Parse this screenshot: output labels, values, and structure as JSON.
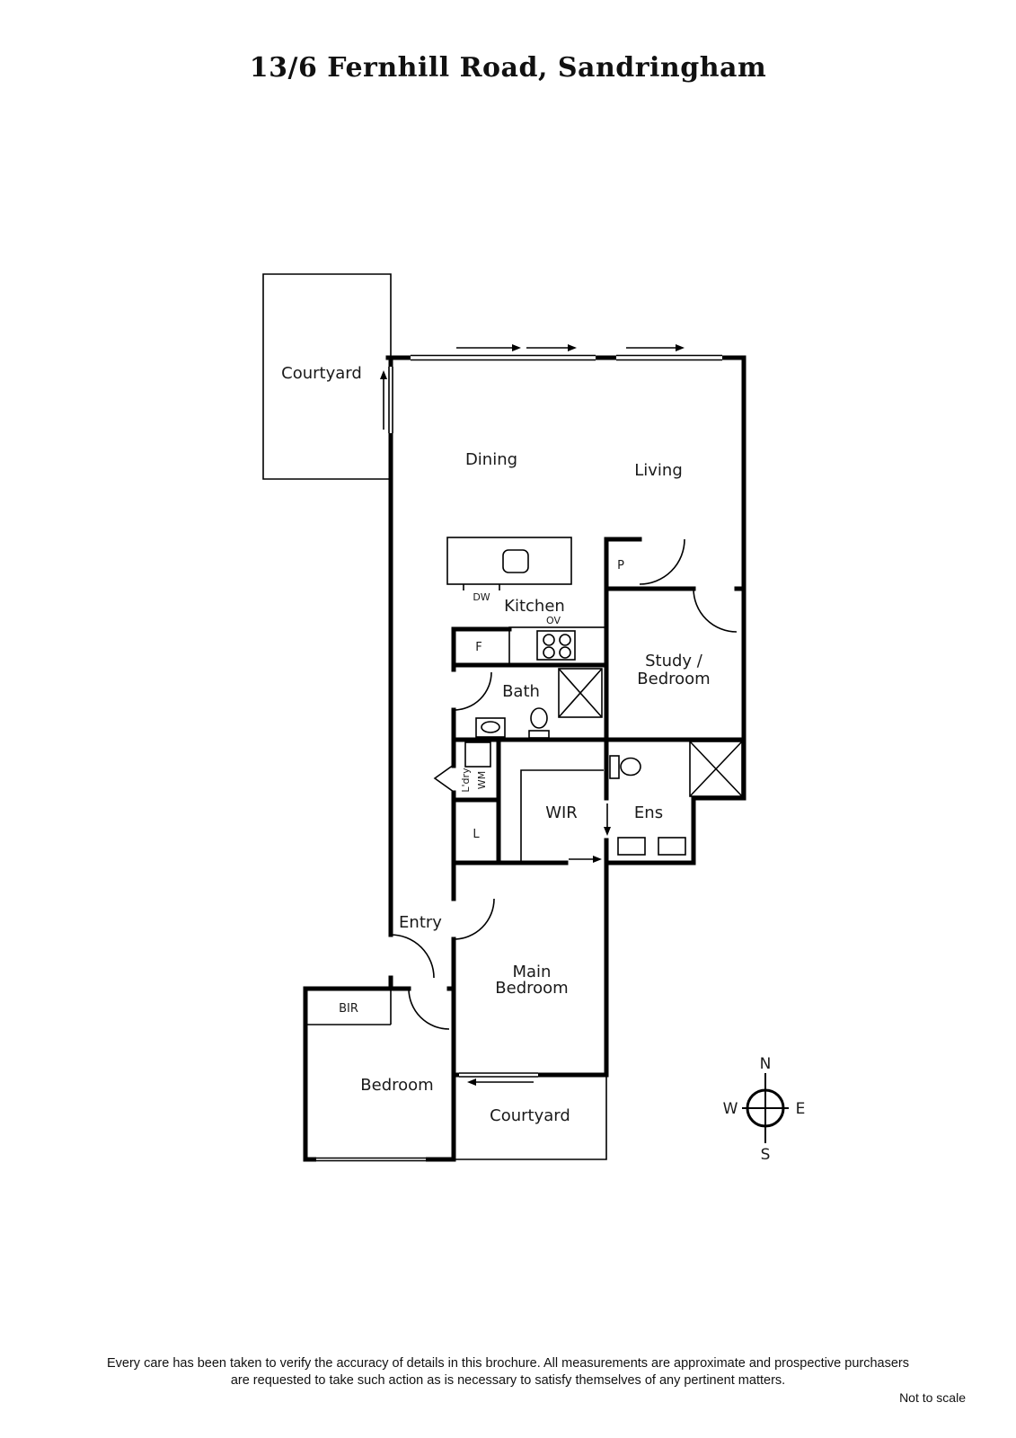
{
  "title": "13/6 Fernhill Road, Sandringham",
  "rooms": {
    "courtyard_top": "Courtyard",
    "dining": "Dining",
    "living": "Living",
    "kitchen": "Kitchen",
    "study_line1": "Study /",
    "study_line2": "Bedroom",
    "bath": "Bath",
    "laundry": "L'dry",
    "wm": "WM",
    "wir": "WIR",
    "ens": "Ens",
    "linen": "L",
    "entry": "Entry",
    "main_bedroom_line1": "Main",
    "main_bedroom_line2": "Bedroom",
    "bir": "BIR",
    "bedroom": "Bedroom",
    "courtyard_bottom": "Courtyard"
  },
  "appliances": {
    "fridge": "F",
    "pantry": "P",
    "dishwasher": "DW",
    "oven": "OV"
  },
  "compass": {
    "north": "N",
    "south": "S",
    "east": "E",
    "west": "W"
  },
  "disclaimer": {
    "line1": "Every care has been taken to verify the accuracy of details in this brochure.  All measurements are approximate and prospective purchasers",
    "line2": "are requested to take such action as is necessary to satisfy themselves of any pertinent matters.",
    "scale_note": "Not to scale"
  },
  "colors": {
    "wall": "#000000",
    "text": "#1a1a1a",
    "background": "#ffffff"
  }
}
